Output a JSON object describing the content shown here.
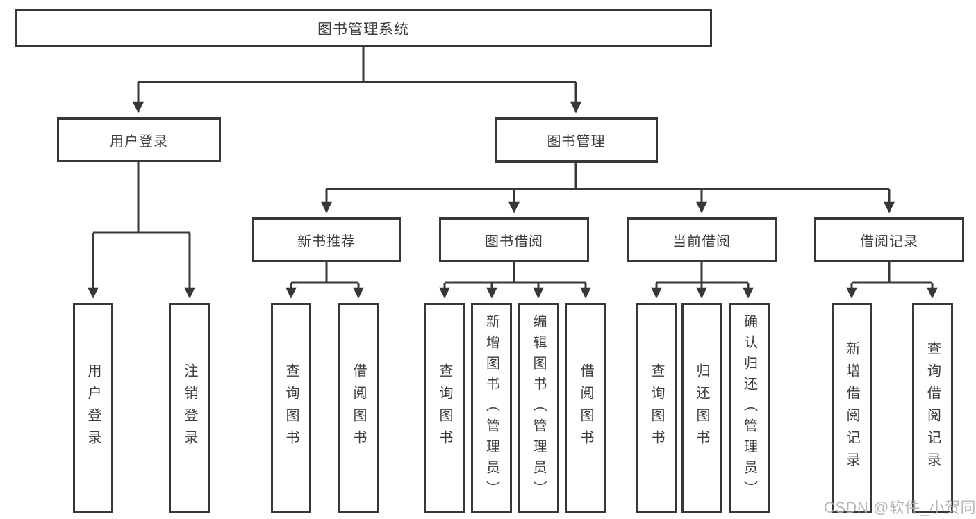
{
  "tree": {
    "label": "图书管理系统",
    "children": [
      {
        "label": "用户登录",
        "children": [
          {
            "label": "用户登录"
          },
          {
            "label": "注销登录"
          }
        ]
      },
      {
        "label": "图书管理",
        "children": [
          {
            "label": "新书推荐",
            "children": [
              {
                "label": "查询图书"
              },
              {
                "label": "借阅图书"
              }
            ]
          },
          {
            "label": "图书借阅",
            "children": [
              {
                "label": "查询图书"
              },
              {
                "label": "新增图书（管理员）"
              },
              {
                "label": "编辑图书（管理员）"
              },
              {
                "label": "借阅图书"
              }
            ]
          },
          {
            "label": "当前借阅",
            "children": [
              {
                "label": "查询图书"
              },
              {
                "label": "归还图书"
              },
              {
                "label": "确认归还（管理员）"
              }
            ]
          },
          {
            "label": "借阅记录",
            "children": [
              {
                "label": "新增借阅记录"
              },
              {
                "label": "查询借阅记录"
              }
            ]
          }
        ]
      }
    ]
  },
  "watermark": {
    "text": "CSDN @软件_小贺同学"
  },
  "colors": {
    "line": "#373737",
    "box_border": "#373737",
    "text": "#3d3d3d",
    "background": "#ffffff",
    "watermark": "#b0b0b0"
  }
}
